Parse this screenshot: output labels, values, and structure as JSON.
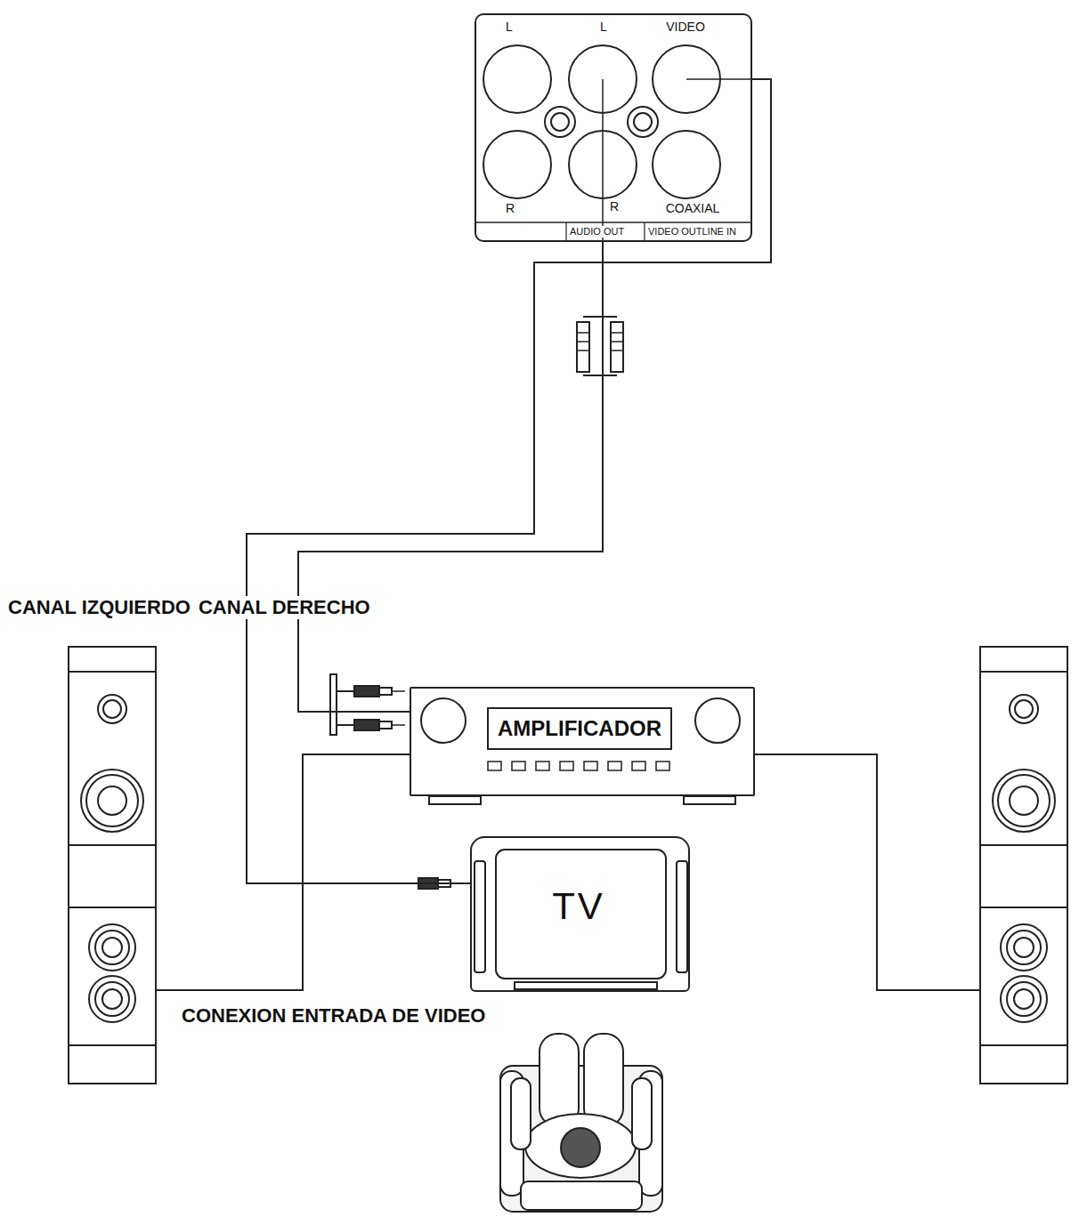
{
  "diagram": {
    "nodes": [
      {
        "text": [
          "L",
          "L",
          "VIDEO",
          "R",
          "R",
          "COAXIAL",
          "AUDIO OUT",
          "VIDEO OUTLINE IN"
        ]
      },
      {
        "text": [
          "AMPLIFICADOR"
        ]
      },
      {
        "text": [
          "TV"
        ]
      }
    ],
    "edges": [
      {
        "from": 0,
        "to": 1,
        "arrow": "none"
      },
      {
        "from": 0,
        "to": 2,
        "arrow": "none"
      }
    ],
    "labels": [
      "CANAL IZQUIERDO",
      "CANAL DERECHO",
      "CONEXION ENTRADA DE VIDEO"
    ]
  }
}
